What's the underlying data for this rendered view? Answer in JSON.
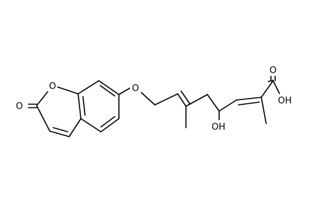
{
  "molecule": {
    "atoms": {
      "carbonyl_o": "O",
      "ring_o": "O",
      "ether_o": "O",
      "hydroxyl": "OH",
      "acid_o": "O",
      "acid_oh": "OH"
    }
  }
}
